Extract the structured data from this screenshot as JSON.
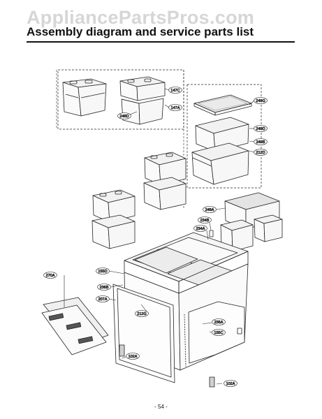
{
  "watermark": "AppliancePartsPros.com",
  "title": "Assembly diagram and service parts list",
  "page_number": "- 54 -",
  "part_labels": {
    "p147C": "147C",
    "p147A": "147A",
    "p248D": "248D",
    "p249G": "249G",
    "p249D": "249D",
    "p249B": "249B",
    "p212D": "212D",
    "p248A": "248A",
    "p234B": "234B",
    "p234A": "234A",
    "p155D": "155D",
    "p236B": "236B",
    "p270A": "270A",
    "p207A": "207A",
    "p212G": "212G",
    "p236A": "236A",
    "p155C": "155C",
    "p102A_left": "102A",
    "p102A_right": "102A"
  }
}
